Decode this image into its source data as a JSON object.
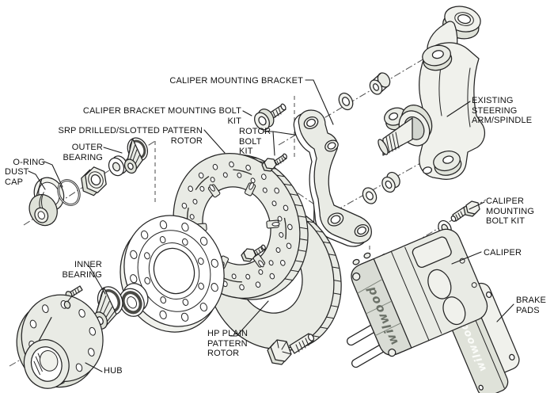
{
  "diagram": {
    "labels": {
      "caliper_mounting_bracket": "CALIPER MOUNTING BRACKET",
      "caliper_bracket_mounting_bolt_kit": "CALIPER BRACKET MOUNTING BOLT KIT",
      "srp_rotor": "SRP DRILLED/SLOTTED PATTERN ROTOR",
      "rotor_bolt_kit": "ROTOR\nBOLT\nKIT",
      "outer_bearing": "OUTER BEARING",
      "o_ring": "O-RING",
      "dust_cap": "DUST\nCAP",
      "inner_bearing": "INNER BEARING",
      "hub": "HUB",
      "hp_plain_rotor": "HP PLAIN\nPATTERN\nROTOR",
      "existing_steering_arm": "EXISTING STEERING\nARM/SPINDLE",
      "caliper_mounting_bolt_kit": "CALIPER\nMOUNTING\nBOLT KIT",
      "caliper": "CALIPER",
      "brake_pads": "BRAKE\nPADS"
    },
    "branding": {
      "caliper_logo": "wilwood",
      "pad_logo": "wilwood"
    },
    "colors": {
      "line": "#242424",
      "fill_light": "#f0f1ec",
      "fill_shade": "#dfe2d9",
      "background": "#ffffff",
      "label_text": "#111111"
    }
  }
}
